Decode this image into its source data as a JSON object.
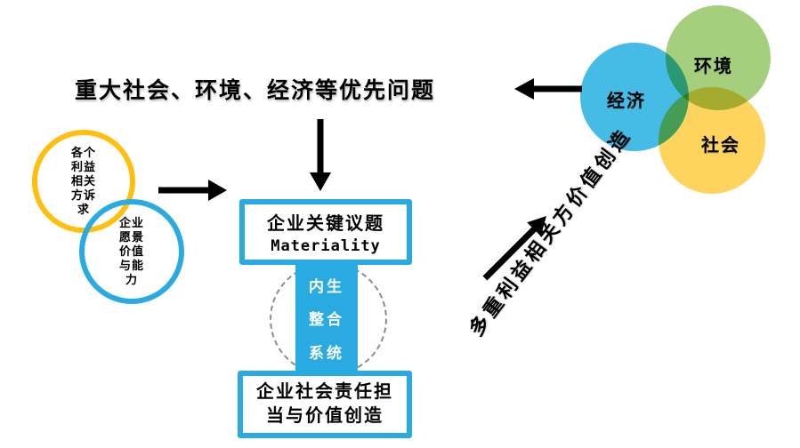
{
  "title": "重大社会、环境、经济等优先问题",
  "venn": {
    "environment_label": "环境",
    "economy_label": "经济",
    "society_label": "社会"
  },
  "stakeholder_circle": {
    "lines": [
      "各个",
      "利益",
      "相关",
      "方诉",
      "求"
    ]
  },
  "vision_circle": {
    "lines": [
      "企业",
      "愿景",
      "价值",
      "与能",
      "力"
    ]
  },
  "materiality_box": {
    "line1": "企业关键议题",
    "line2": "Materiality"
  },
  "pillar": {
    "lines": [
      "内生",
      "整合",
      "系统"
    ]
  },
  "value_box": {
    "line1": "企业社会责任担",
    "line2": "当与价值创造"
  },
  "diagonal_label": "多重利益相关方价值创造",
  "colors": {
    "accent_blue": "#29ABE2",
    "ring_orange": "#FFBF0F",
    "venn_green": "#A5CE7D",
    "venn_blue": "#44BCE6",
    "venn_yellow": "#FFD45E",
    "arrow_black": "#000000"
  }
}
